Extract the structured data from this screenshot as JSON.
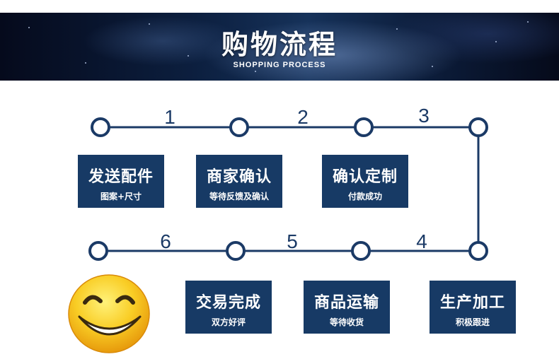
{
  "banner": {
    "title": "购物流程",
    "subtitle": "SHOPPING PROCESS"
  },
  "steps": [
    {
      "number": "1",
      "title": "发送配件",
      "subtitle": "图案+尺寸"
    },
    {
      "number": "2",
      "title": "商家确认",
      "subtitle": "等待反馈及确认"
    },
    {
      "number": "3",
      "title": "确认定制",
      "subtitle": "付款成功"
    },
    {
      "number": "4",
      "title": "生产加工",
      "subtitle": "积极跟进"
    },
    {
      "number": "5",
      "title": "商品运输",
      "subtitle": "等待收货"
    },
    {
      "number": "6",
      "title": "交易完成",
      "subtitle": "双方好评"
    }
  ],
  "colors": {
    "accent": "#173a65",
    "line": "#1b3a66",
    "smiley": "#f7c21c"
  },
  "icons": {
    "end": "smiley-face-icon"
  }
}
